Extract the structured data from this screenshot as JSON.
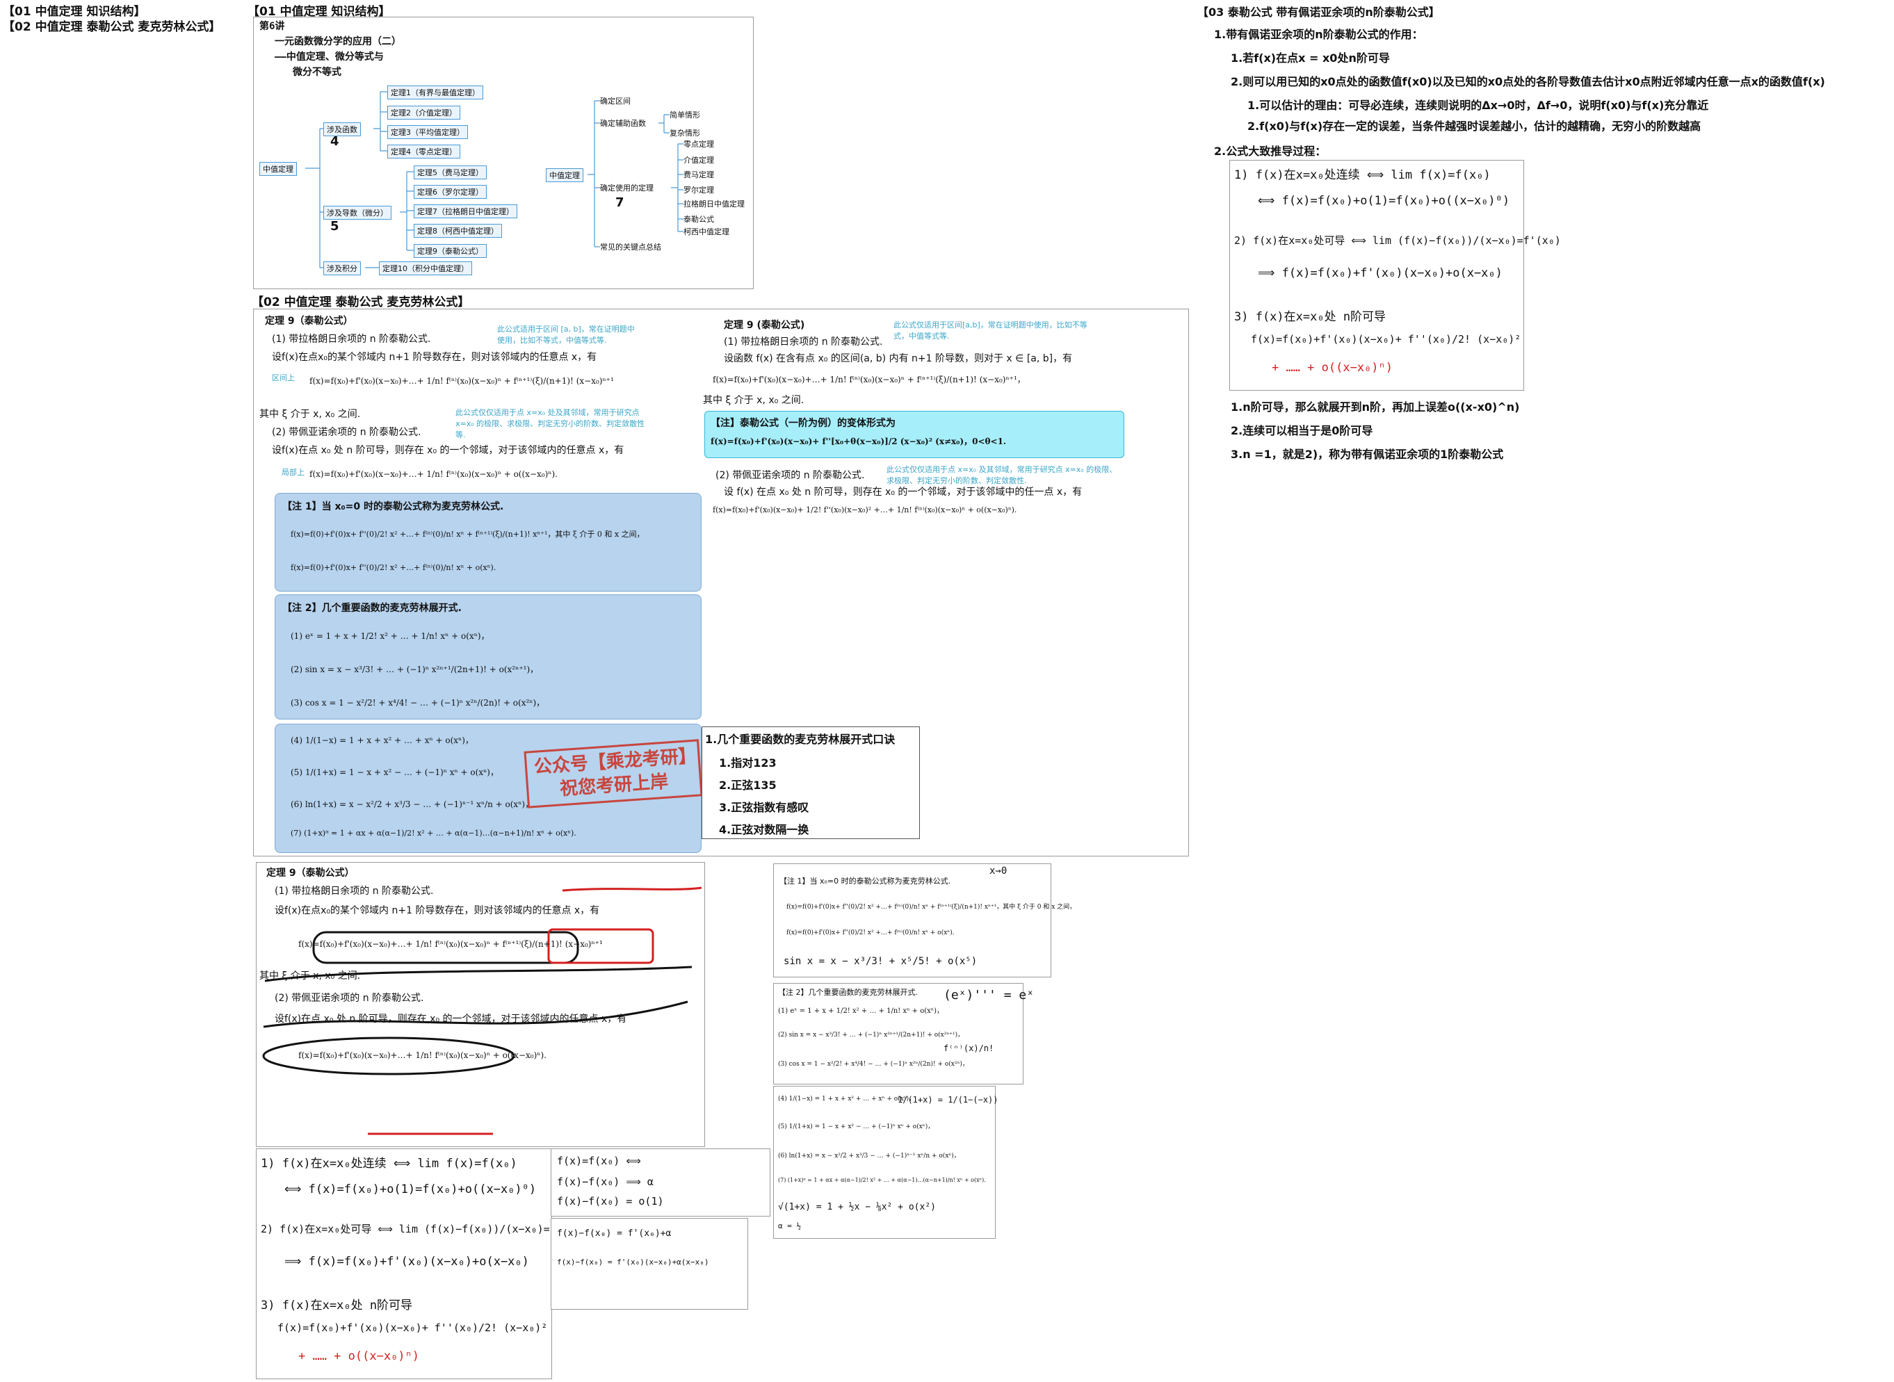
{
  "left_nav": {
    "items": [
      "【01  中值定理  知识结构】",
      "【02  中值定理  泰勒公式  麦克劳林公式】"
    ]
  },
  "section01": {
    "title": "【01  中值定理  知识结构】",
    "mindmap": {
      "hand_title": [
        "第6讲",
        "一元函数微分学的应用（二）",
        "——中值定理、微分等式与",
        "微分不等式"
      ],
      "root": "中值定理",
      "branches": [
        {
          "label": "涉及函数",
          "count": "4",
          "items": [
            "定理1（有界与最值定理）",
            "定理2（介值定理）",
            "定理3（平均值定理）",
            "定理4（零点定理）"
          ]
        },
        {
          "label": "涉及导数（微分）",
          "count": "5",
          "items": [
            "定理5（费马定理）",
            "定理6（罗尔定理）",
            "定理7（拉格朗日中值定理）",
            "定理8（柯西中值定理）",
            "定理9（泰勒公式）"
          ]
        },
        {
          "label": "涉及积分",
          "count": "",
          "items": [
            "定理10（积分中值定理）"
          ]
        }
      ],
      "right_root": "中值定理",
      "right_labels": [
        "确定区间",
        "确定辅助函数",
        "确定使用的定理",
        "常见的关键点总结"
      ],
      "aux_items": [
        "简单情形",
        "复杂情形"
      ],
      "theorem_items": [
        "零点定理",
        "介值定理",
        "费马定理",
        "罗尔定理",
        "拉格朗日中值定理",
        "泰勒公式",
        "柯西中值定理"
      ],
      "theorem_count": "7"
    }
  },
  "section02": {
    "title": "【02  中值定理  泰勒公式  麦克劳林公式】",
    "panel_left": {
      "heading": "定理 9（泰勒公式）",
      "item1": "(1) 带拉格朗日余项的 n 阶泰勒公式.",
      "item1_body": "设f(x)在点x₀的某个邻域内 n+1 阶导数存在，则对该邻域内的任意点 x，有",
      "item1_tag": "区间上",
      "formula1": "f(x)=f(x₀)+f'(x₀)(x−x₀)+…+ 1/n! f⁽ⁿ⁾(x₀)(x−x₀)ⁿ + f⁽ⁿ⁺¹⁾(ξ)/(n+1)! (x−x₀)ⁿ⁺¹",
      "xi_note": "其中 ξ 介于 x, x₀ 之间.",
      "item2": "(2) 带佩亚诺余项的 n 阶泰勒公式.",
      "item2_body": "设f(x)在点 x₀ 处 n 阶可导，则存在 x₀ 的一个邻域，对于该邻域内的任意点 x，有",
      "item2_tag": "局部上",
      "formula2": "f(x)=f(x₀)+f'(x₀)(x−x₀)+…+ 1/n! f⁽ⁿ⁾(x₀)(x−x₀)ⁿ + o((x−x₀)ⁿ).",
      "note1": "此公式适用于区间 [a, b]，常在证明题中使用，比如不等式，中值等式等.",
      "note2": "此公式仅仅适用于点 x=x₀ 处及其邻域，常用于研究点 x=x₀ 的极限、求极限、判定无穷小的阶数、判定敛散性等."
    },
    "blue1": {
      "title": "【注 1】当 x₀=0 时的泰勒公式称为麦克劳林公式.",
      "line1": "f(x)=f(0)+f'(0)x+ f''(0)/2! x² +…+ f⁽ⁿ⁾(0)/n! xⁿ + f⁽ⁿ⁺¹⁾(ξ)/(n+1)! xⁿ⁺¹，其中 ξ 介于 0 和 x 之间，",
      "line2": "f(x)=f(0)+f'(0)x+ f''(0)/2! x² +…+ f⁽ⁿ⁾(0)/n! xⁿ + o(xⁿ)."
    },
    "blue2": {
      "title": "【注 2】几个重要函数的麦克劳林展开式.",
      "f1": "(1) eˣ = 1 + x + 1/2! x² + … + 1/n! xⁿ + o(xⁿ)，",
      "f2": "(2) sin x = x − x³/3! + … + (−1)ⁿ x²ⁿ⁺¹/(2n+1)! + o(x²ⁿ⁺¹)，",
      "f3": "(3) cos x = 1 − x²/2! + x⁴/4! − … + (−1)ⁿ x²ⁿ/(2n)! + o(x²ⁿ)，"
    },
    "blue3": {
      "f4": "(4) 1/(1−x) = 1 + x + x² + … + xⁿ + o(xⁿ)，",
      "f5": "(5) 1/(1+x) = 1 − x + x² − … + (−1)ⁿ xⁿ + o(xⁿ)，",
      "f6": "(6) ln(1+x) = x − x²/2 + x³/3 − … + (−1)ⁿ⁻¹ xⁿ/n + o(xⁿ)，",
      "f7": "(7) (1+x)ᵅ = 1 + αx + α(α−1)/2! x² + … + α(α−1)…(α−n+1)/n! xⁿ + o(xⁿ)."
    },
    "stamp": [
      "公众号【乘龙考研】",
      "祝您考研上岸"
    ],
    "panel_right": {
      "heading": "定理 9    (泰勒公式)",
      "item1": "(1) 带拉格朗日余项的 n 阶泰勒公式.",
      "item1_body": "设函数 f(x) 在含有点 x₀ 的区间(a, b) 内有 n+1 阶导数，则对于 x ∈ [a, b]，有",
      "formula1": "f(x)=f(x₀)+f'(x₀)(x−x₀)+…+ 1/n! f⁽ⁿ⁾(x₀)(x−x₀)ⁿ + f⁽ⁿ⁺¹⁾(ξ)/(n+1)! (x−x₀)ⁿ⁺¹，",
      "xi_note": "其中 ξ 介于 x, x₀ 之间.",
      "cyan_title": "【注】泰勒公式（一阶为例）的变体形式为",
      "cyan_formula": "f(x)=f(x₀)+f'(x₀)(x−x₀)+ f''[x₀+θ(x−x₀)]/2 (x−x₀)² (x≠x₀)，0<θ<1.",
      "item2": "(2) 带佩亚诺余项的 n 阶泰勒公式.",
      "item2_body": "设 f(x) 在点 x₀ 处 n 阶可导，则存在 x₀ 的一个邻域，对于该邻域中的任一点 x，有",
      "formula2": "f(x)=f(x₀)+f'(x₀)(x−x₀)+ 1/2! f''(x₀)(x−x₀)² +…+ 1/n! f⁽ⁿ⁾(x₀)(x−x₀)ⁿ + o((x−x₀)ⁿ).",
      "note1": "此公式仅适用于区间[a,b]，常在证明题中使用，比如不等式，中值等式等.",
      "note2": "此公式仅仅适用于点 x=x₀ 及其邻域，常用于研究点 x=x₀ 的极限、求极限、判定无穷小的阶数、判定敛散性."
    },
    "mnemonic": {
      "title": "1.几个重要函数的麦克劳林展开式口诀",
      "items": [
        "1.指对123",
        "2.正弦135",
        "3.正弦指数有感叹",
        "4.正弦对数隔一换"
      ]
    },
    "hand": {
      "p1": [
        "1)  f(x)在x=x₀处连续 ⟺ lim f(x)=f(x₀)",
        "⟺ f(x)=f(x₀)+o(1)=f(x₀)+o((x−x₀)⁰)",
        "2)  f(x)在x=x₀处可导 ⟺ lim (f(x)−f(x₀))/(x−x₀)=f'(x₀)",
        "⟹ f(x)=f(x₀)+f'(x₀)(x−x₀)+o(x−x₀)",
        "3)  f(x)在x=x₀处 n阶可导",
        "f(x)=f(x₀)+f'(x₀)(x−x₀)+ f''(x₀)/2! (x−x₀)²",
        "+ …… + o((x−x₀)ⁿ)"
      ],
      "c1": [
        "f(x)=f(x₀) ⟺",
        "f(x)−f(x₀) ⟹ α",
        "f(x)−f(x₀) = o(1)"
      ],
      "c2": [
        "f(x)−f(x₀) = f'(x₀)+α",
        "f(x)−f(x₀) = f'(x₀)(x−x₀)+α(x−x₀)"
      ],
      "r1_lines": [
        "sin x = x − x³/3! + x⁵/5! + o(x⁵)",
        "x→0"
      ],
      "r2_lines": [
        "(eˣ)''' = eˣ",
        "f⁽ⁿ⁾(x)/n!"
      ],
      "r3_lines": [
        "1/(1+x) = 1/(1−(−x))",
        "√(1+x) = 1 + ½x − ⅛x² + o(x²)",
        "α = ½"
      ]
    }
  },
  "section03": {
    "title": "【03  泰勒公式  带有佩诺亚余项的n阶泰勒公式】",
    "q1": "1.带有佩诺亚余项的n阶泰勒公式的作用：",
    "q1_1": "1.若f(x)在点x = x0处n阶可导",
    "q1_2": "2.则可以用已知的x0点处的函数值f(x0)以及已知的x0点处的各阶导数值去估计x0点附近邻域内任意一点x的函数值f(x)",
    "q1_2_1": "1.可以估计的理由：可导必连续，连续则说明的Δx→0时，Δf→0，说明f(x0)与f(x)充分靠近",
    "q1_2_2": "2.f(x0)与f(x)存在一定的误差，当条件越强时误差越小，估计的越精确，无穷小的阶数越高",
    "q2": "2.公式大致推导过程：",
    "s1": "1.n阶可导，那么就展开到n阶，再加上误差o((x-x0)^n)",
    "s2": "2.连续可以相当于是0阶可导",
    "s3": "3.n =1，就是2)，称为带有佩诺亚余项的1阶泰勒公式"
  },
  "colors": {
    "blue_note": "#b7d3ee",
    "cyan_box": "#a6eefa",
    "hand_red": "#d42020",
    "stamp": "#c8453d"
  }
}
